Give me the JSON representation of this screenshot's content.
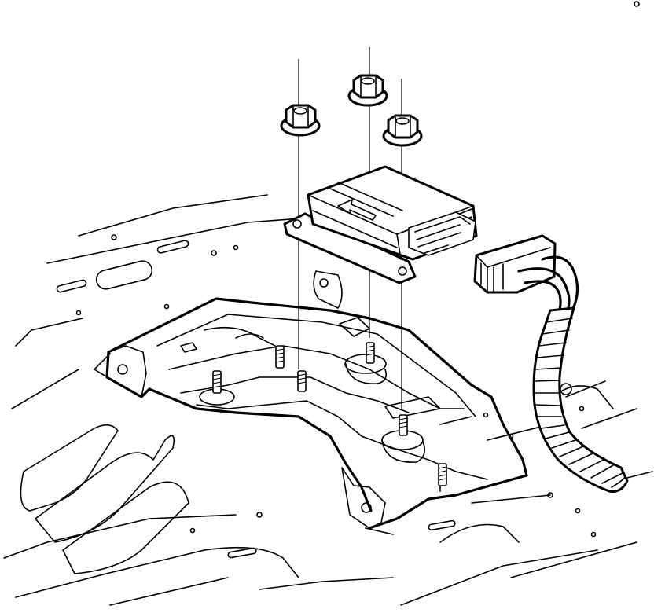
{
  "diagram": {
    "parts": [
      {
        "id": "nut-left",
        "icon": "flange-nut-icon"
      },
      {
        "id": "nut-center",
        "icon": "flange-nut-icon"
      },
      {
        "id": "nut-right",
        "icon": "flange-nut-icon"
      },
      {
        "id": "control-module",
        "icon": "module-box-icon"
      },
      {
        "id": "wiring-harness-connector",
        "icon": "connector-icon"
      },
      {
        "id": "mounting-bracket",
        "icon": "bracket-icon"
      },
      {
        "id": "floor-panel",
        "icon": "floor-panel-icon"
      }
    ],
    "colors": {
      "line": "#000000",
      "background": "#ffffff"
    }
  }
}
